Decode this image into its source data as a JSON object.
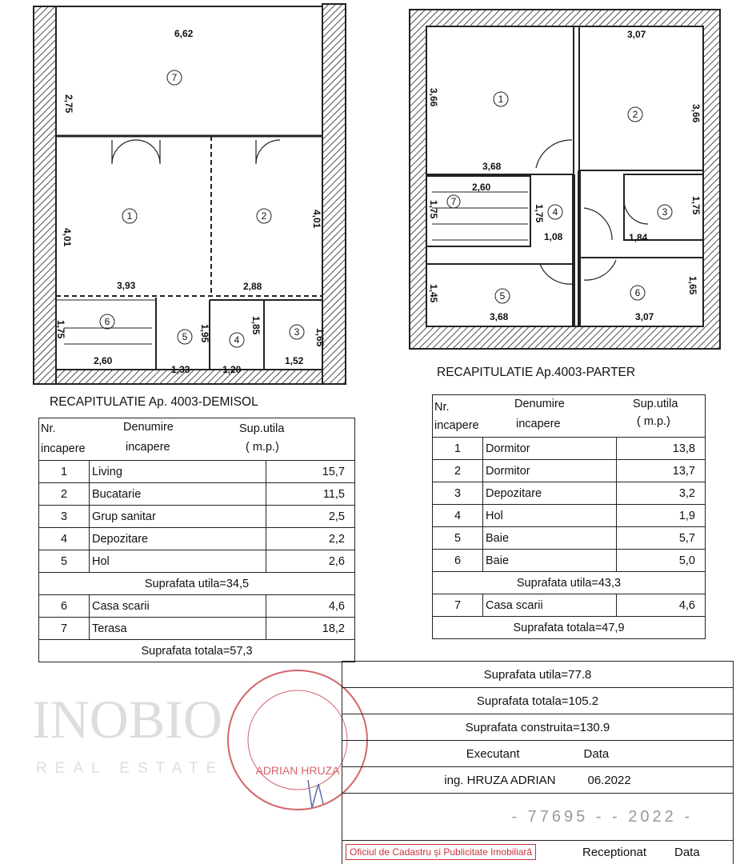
{
  "watermark": {
    "brand": "INOBIO",
    "sub": "REAL ESTATE"
  },
  "demisol_plan": {
    "dims": [
      "6,62",
      "2,75",
      "4,01",
      "4,01",
      "3,93",
      "2,88",
      "1,75",
      "2,60",
      "1,33",
      "1,95",
      "1,85",
      "1,20",
      "1,52",
      "1,65"
    ],
    "rooms": [
      "1",
      "2",
      "3",
      "4",
      "5",
      "6",
      "7"
    ]
  },
  "parter_plan": {
    "dims": [
      "3,07",
      "3,66",
      "3,66",
      "3,68",
      "2,60",
      "1,75",
      "1,75",
      "1,08",
      "1,84",
      "1,75",
      "1,45",
      "3,68",
      "3,07",
      "1,65"
    ],
    "rooms": [
      "1",
      "2",
      "3",
      "4",
      "5",
      "6",
      "7"
    ]
  },
  "demisol": {
    "title": "RECAPITULATIE Ap. 4003-DEMISOL",
    "headers": {
      "nr1": "Nr.",
      "nr2": "incapere",
      "den1": "Denumire",
      "den2": "incapere",
      "sup1": "Sup.utila",
      "sup2": "( m.p.)"
    },
    "rows": [
      {
        "nr": "1",
        "name": "Living",
        "area": "15,7"
      },
      {
        "nr": "2",
        "name": "Bucatarie",
        "area": "11,5"
      },
      {
        "nr": "3",
        "name": "Grup sanitar",
        "area": "2,5"
      },
      {
        "nr": "4",
        "name": "Depozitare",
        "area": "2,2"
      },
      {
        "nr": "5",
        "name": "Hol",
        "area": "2,6"
      }
    ],
    "subtotal": "Suprafata utila=34,5",
    "extra_rows": [
      {
        "nr": "6",
        "name": "Casa scarii",
        "area": "4,6"
      },
      {
        "nr": "7",
        "name": "Terasa",
        "area": "18,2"
      }
    ],
    "total": "Suprafata totala=57,3"
  },
  "parter": {
    "title": "RECAPITULATIE Ap.4003-PARTER",
    "headers": {
      "nr1": "Nr.",
      "nr2": "incapere",
      "den1": "Denumire",
      "den2": "incapere",
      "sup1": "Sup.utila",
      "sup2": "( m.p.)"
    },
    "rows": [
      {
        "nr": "1",
        "name": "Dormitor",
        "area": "13,8"
      },
      {
        "nr": "2",
        "name": "Dormitor",
        "area": "13,7"
      },
      {
        "nr": "3",
        "name": "Depozitare",
        "area": "3,2"
      },
      {
        "nr": "4",
        "name": "Hol",
        "area": "1,9"
      },
      {
        "nr": "5",
        "name": "Baie",
        "area": "5,7"
      },
      {
        "nr": "6",
        "name": "Baie",
        "area": "5,0"
      }
    ],
    "subtotal": "Suprafata utila=43,3",
    "extra_rows": [
      {
        "nr": "7",
        "name": "Casa scarii",
        "area": "4,6"
      }
    ],
    "total": "Suprafata totala=47,9"
  },
  "summary": {
    "utila": "Suprafata utila=77.8",
    "totala": "Suprafata totala=105.2",
    "construita": "Suprafata construita=130.9",
    "executant_label": "Executant",
    "data_label": "Data",
    "executant": "ing. HRUZA ADRIAN",
    "date": "06.2022",
    "reg_number": "- 77695 - - 2022 -",
    "receptionat_label": "Receptionat",
    "data_label2": "Data",
    "ocpi_stamp": "Oficiul de Cadastru şi Publicitate Imobiliară"
  },
  "stamp": {
    "name": "ADRIAN HRUZA",
    "color": "#c8323c"
  }
}
